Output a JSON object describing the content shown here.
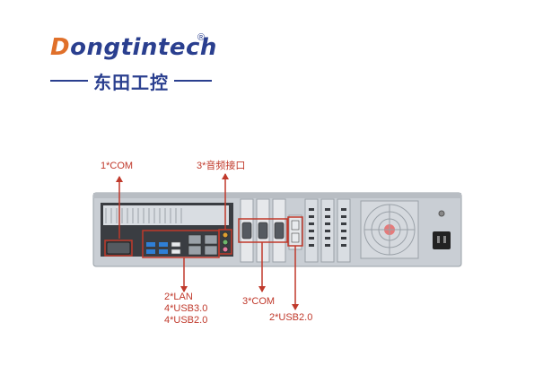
{
  "logo": {
    "brand_first_letter": "D",
    "brand_rest": "ongtintech",
    "registered_mark": "®",
    "chinese_name": "东田工控"
  },
  "callouts": {
    "com1": "1*COM",
    "audio": "3*音频接口",
    "lan_usb_line1": "2*LAN",
    "lan_usb_line2": "4*USB3.0",
    "lan_usb_line3": "4*USB2.0",
    "com3": "3*COM",
    "usb2": "2*USB2.0"
  },
  "colors": {
    "brand_blue": "#2a3f8f",
    "brand_orange": "#e0702a",
    "callout_red": "#c0392b",
    "chassis": "#c9ced4",
    "port_blue": "#2f7fd6"
  },
  "icons": [
    "fan-grille-icon",
    "power-socket-icon"
  ]
}
